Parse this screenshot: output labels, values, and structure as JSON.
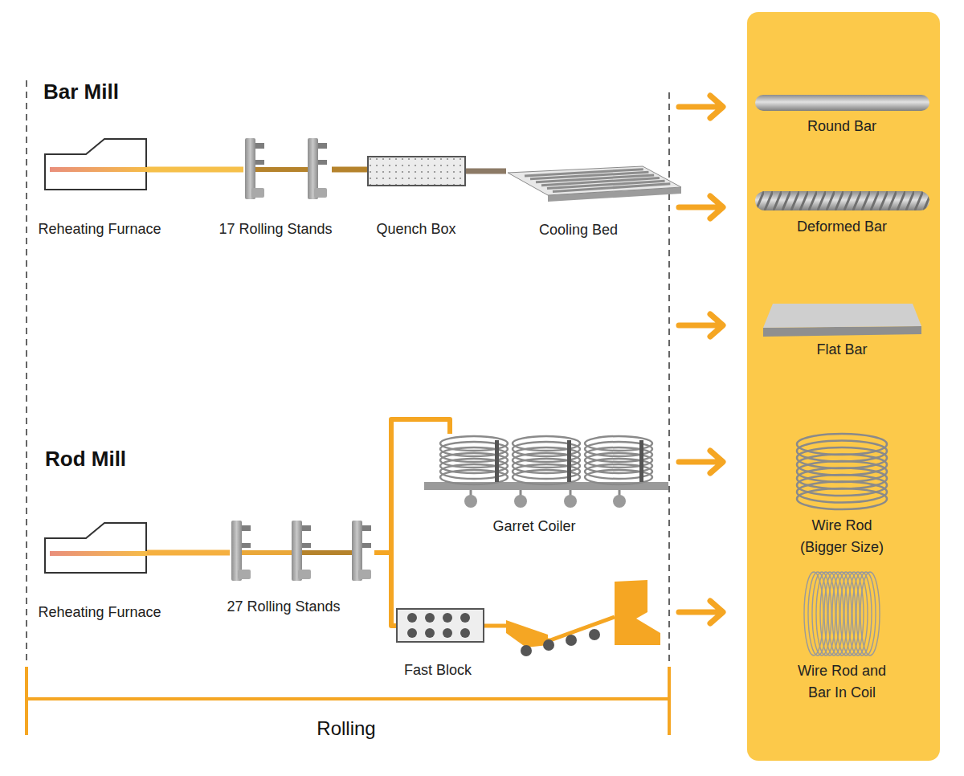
{
  "diagram": {
    "nodes": [
      {
        "text": [
          "Reheating Furnace"
        ]
      },
      {
        "text": [
          "17 Rolling Stands"
        ]
      },
      {
        "text": [
          "Quench Box"
        ]
      },
      {
        "text": [
          "Cooling Bed"
        ]
      },
      {
        "text": [
          "Reheating Furnace"
        ]
      },
      {
        "text": [
          "27 Rolling Stands"
        ]
      },
      {
        "text": [
          "Garret Coiler"
        ]
      },
      {
        "text": [
          "Fast Block"
        ]
      },
      {
        "text": [
          "Round Bar"
        ]
      },
      {
        "text": [
          "Deformed Bar"
        ]
      },
      {
        "text": [
          "Flat Bar"
        ]
      },
      {
        "text": [
          "Wire Rod (Bigger Size)"
        ]
      },
      {
        "text": [
          "Wire Rod and Bar In Coil"
        ]
      }
    ],
    "edges": [
      {
        "from": 0,
        "to": 1,
        "arrow": "none"
      },
      {
        "from": 1,
        "to": 2,
        "arrow": "none"
      },
      {
        "from": 2,
        "to": 3,
        "arrow": "none"
      },
      {
        "from": 4,
        "to": 5,
        "arrow": "none"
      },
      {
        "from": 5,
        "to": 6,
        "arrow": "none"
      },
      {
        "from": 5,
        "to": 7,
        "arrow": "none"
      }
    ],
    "labels": [
      "Bar Mill",
      "Rod Mill",
      "Rolling"
    ]
  }
}
